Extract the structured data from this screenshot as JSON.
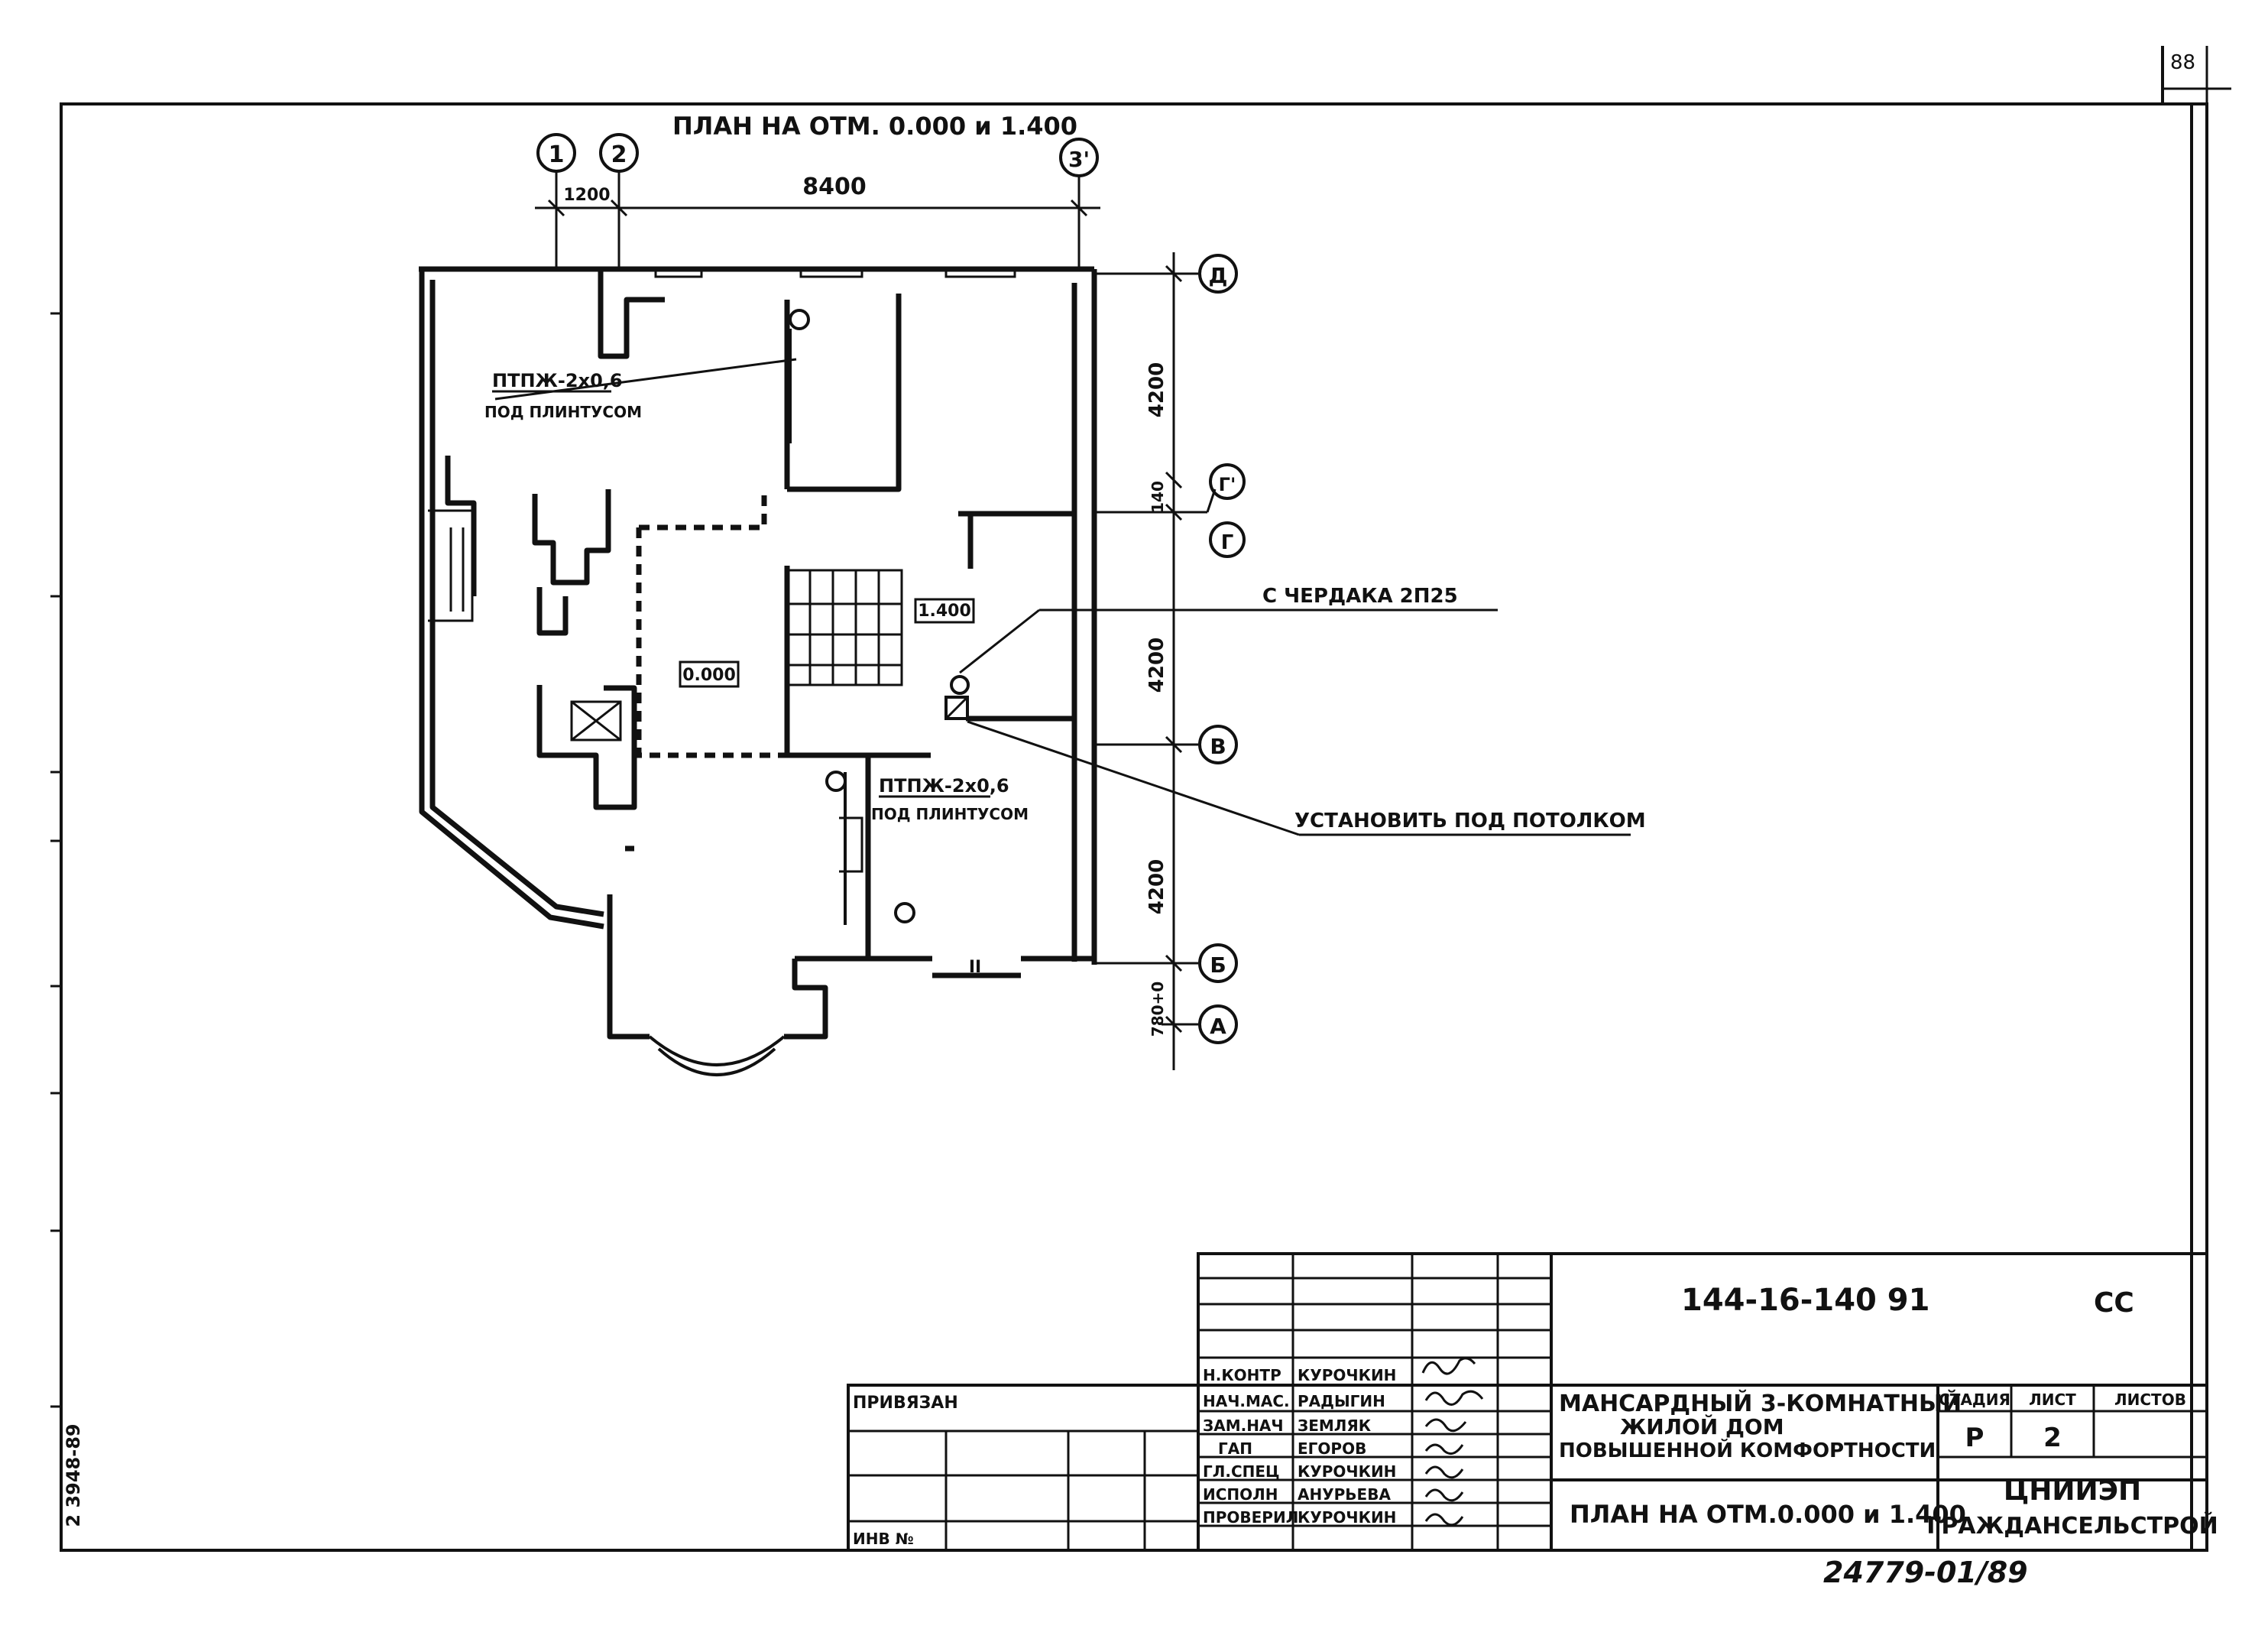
{
  "sheet_number": "88",
  "plan_title": "ПЛАН НА ОТМ. 0.000 и 1.400",
  "axes_top": [
    "1",
    "2",
    "3'"
  ],
  "axes_right": [
    "Д",
    "Г'",
    "Г",
    "В",
    "Б",
    "А"
  ],
  "dimensions_top": [
    "1200",
    "8400"
  ],
  "dimensions_right": [
    "4200",
    "140",
    "4200",
    "4200",
    "780+0"
  ],
  "level_marks": [
    "0.000",
    "1.400"
  ],
  "notes": {
    "cable_upper_1": "ПТПЖ-2х0,6",
    "cable_upper_2": "ПОД ПЛИНТУСОМ",
    "cable_lower_1": "ПТПЖ-2х0,6",
    "cable_lower_2": "ПОД ПЛИНТУСОМ",
    "attic": "С ЧЕРДАКА 2П25",
    "ceiling": "УСТАНОВИТЬ ПОД ПОТОЛКОМ",
    "door_mark": "II"
  },
  "title_block": {
    "doc_code": "144-16-140 91",
    "doc_suffix": "СС",
    "privyazan": "ПРИВЯЗАН",
    "inv": "ИНВ №",
    "roles": [
      "Н.КОНТР",
      "НАЧ.МАС.",
      "ЗАМ.НАЧ",
      "ГАП",
      "ГЛ.СПЕЦ",
      "ИСПОЛН",
      "ПРОВЕРИЛ"
    ],
    "names": [
      "КУРОЧКИН",
      "РАДЫГИН",
      "ЗЕМЛЯК",
      "ЕГОРОВ",
      "КУРОЧКИН",
      "АНУРЬЕВА",
      "КУРОЧКИН"
    ],
    "project_line1": "МАНСАРДНЫЙ 3-КОМНАТНЫЙ",
    "project_line2": "ЖИЛОЙ ДОМ",
    "project_line3": "ПОВЫШЕННОЙ КОМФОРТНОСТИ",
    "sheet_title": "ПЛАН НА ОТМ.0.000 и 1.400",
    "stage_label": "СТАДИЯ",
    "sheet_label": "ЛИСТ",
    "sheets_label": "ЛИСТОВ",
    "stage": "Р",
    "sheet": "2",
    "org_line1": "ЦНИИЭП",
    "org_line2": "ГРАЖДАНСЕЛЬСТРОЙ"
  },
  "side_stamp": "2 3948-89",
  "bottom_number": "24779-01/89"
}
